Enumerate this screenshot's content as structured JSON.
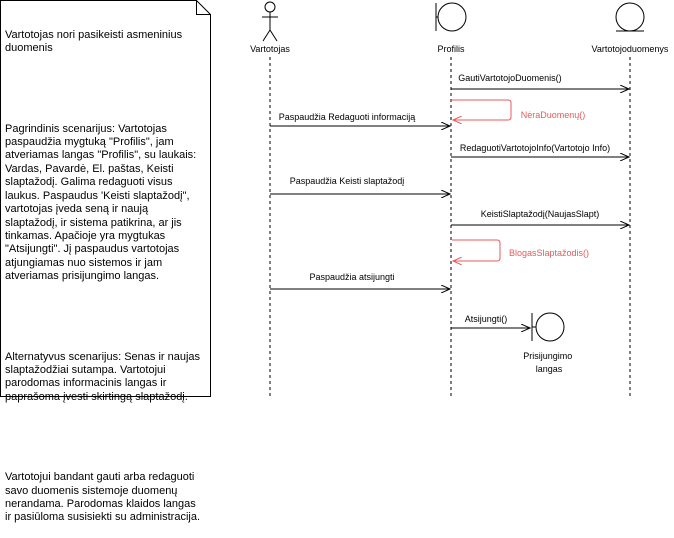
{
  "note": {
    "title": "Vartotojas nori pasikeisti asmeninius duomenis",
    "main_scenario": "Pagrindinis scenarijus: Vartotojas paspaudžia mygtuką \"Profilis\", jam atveriamas langas \"Profilis\", su laukais: Vardas, Pavardė, El. paštas, Keisti slaptažodį. Galima redaguoti visus laukus. Paspaudus 'Keisti slaptažodį\", vartotojas įveda seną ir naują slaptažodį, ir sistema patikrina, ar jis tinkamas. Apačioje yra mygtukas \"Atsijungti\". Jį paspaudus vartotojas atjungiamas nuo sistemos ir jam atveriamas prisijungimo langas.",
    "alt_scenario": "Alternatyvus scenarijus: Senas ir naujas slaptažodžiai sutampa. Vartotojui parodomas informacinis langas ir paprašoma įvesti skirtingą slaptažodį.",
    "error_scenario": "Vartotojui bandant gauti arba redaguoti savo duomenis sistemoje duomenų nerandama. Parodomas klaidos langas ir pasiūloma susisiekti su administracija."
  },
  "participants": {
    "actor": "Vartotojas",
    "boundary": "Profilis",
    "entity": "Vartotojoduomenys",
    "login": "Prisijungimo langas"
  },
  "messages": {
    "m1": "GautiVartotojoDuomenis()",
    "m2": "NėraDuomenų()",
    "m3": "Paspaudžia Redaguoti informaciją",
    "m4": "RedaguotiVartotojoInfo(Vartotojo Info)",
    "m5": "Paspaudžia Keisti slaptažodį",
    "m6": "KeistiSlaptažodį(NaujasSlapt)",
    "m7": "BlogasSlaptažodis()",
    "m8": "Paspaudžia atsijungti",
    "m9": "Atsijungti()"
  },
  "colors": {
    "error": "#e85a5a",
    "line": "#000000"
  }
}
